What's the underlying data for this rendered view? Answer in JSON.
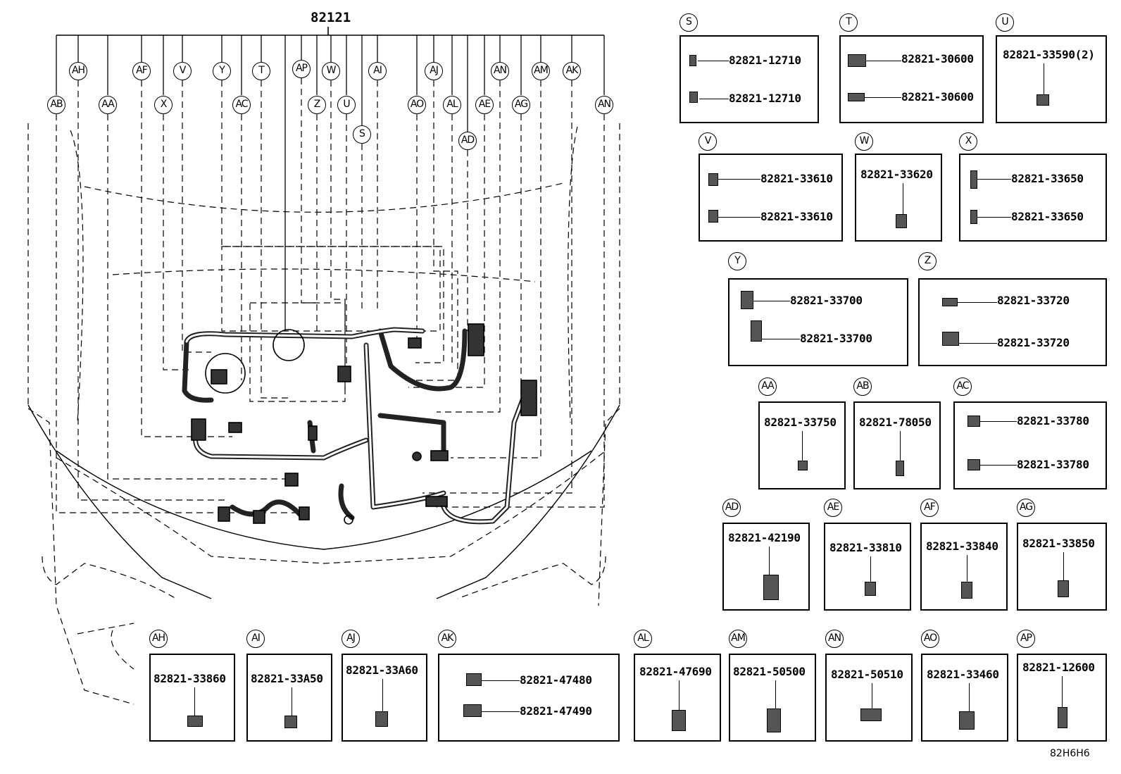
{
  "main_part": "82121",
  "diagram_code": "82H6H6",
  "callouts": [
    "AH",
    "AF",
    "V",
    "Y",
    "T",
    "AP",
    "W",
    "AI",
    "AJ",
    "AN",
    "AM",
    "AK",
    "AB",
    "AA",
    "X",
    "AC",
    "Z",
    "U",
    "AO",
    "AL",
    "AE",
    "AG",
    "S",
    "AD"
  ],
  "panels": [
    {
      "id": "S",
      "parts": [
        "82821-12710",
        "82821-12710"
      ]
    },
    {
      "id": "T",
      "parts": [
        "82821-30600",
        "82821-30600"
      ]
    },
    {
      "id": "U",
      "parts": [
        "82821-33590(2)"
      ]
    },
    {
      "id": "V",
      "parts": [
        "82821-33610",
        "82821-33610"
      ]
    },
    {
      "id": "W",
      "parts": [
        "82821-33620"
      ]
    },
    {
      "id": "X",
      "parts": [
        "82821-33650",
        "82821-33650"
      ]
    },
    {
      "id": "Y",
      "parts": [
        "82821-33700",
        "82821-33700"
      ]
    },
    {
      "id": "Z",
      "parts": [
        "82821-33720",
        "82821-33720"
      ]
    },
    {
      "id": "AA",
      "parts": [
        "82821-33750"
      ]
    },
    {
      "id": "AB",
      "parts": [
        "82821-78050"
      ]
    },
    {
      "id": "AC",
      "parts": [
        "82821-33780",
        "82821-33780"
      ]
    },
    {
      "id": "AD",
      "parts": [
        "82821-42190"
      ]
    },
    {
      "id": "AE",
      "parts": [
        "82821-33810"
      ]
    },
    {
      "id": "AF",
      "parts": [
        "82821-33840"
      ]
    },
    {
      "id": "AG",
      "parts": [
        "82821-33850"
      ]
    },
    {
      "id": "AH",
      "parts": [
        "82821-33860"
      ]
    },
    {
      "id": "AI",
      "parts": [
        "82821-33A50"
      ]
    },
    {
      "id": "AJ",
      "parts": [
        "82821-33A60"
      ]
    },
    {
      "id": "AK",
      "parts": [
        "82821-47480",
        "82821-47490"
      ]
    },
    {
      "id": "AL",
      "parts": [
        "82821-47690"
      ]
    },
    {
      "id": "AM",
      "parts": [
        "82821-50500"
      ]
    },
    {
      "id": "AN",
      "parts": [
        "82821-50510"
      ]
    },
    {
      "id": "AO",
      "parts": [
        "82821-33460"
      ]
    },
    {
      "id": "AP",
      "parts": [
        "82821-12600"
      ]
    }
  ]
}
